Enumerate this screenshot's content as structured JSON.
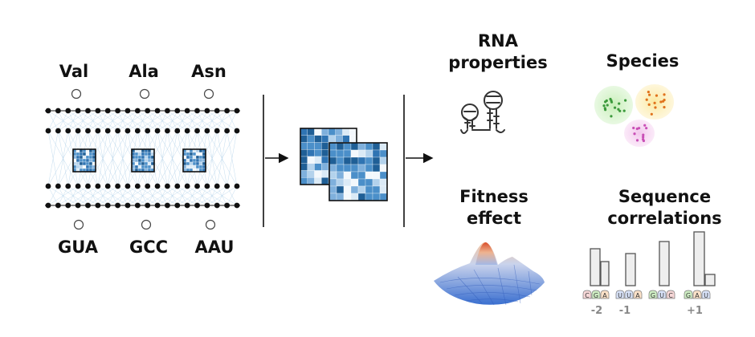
{
  "network": {
    "top_labels": [
      "Val",
      "Ala",
      "Asn"
    ],
    "bottom_labels": [
      "GUA",
      "GCC",
      "AAU"
    ]
  },
  "outputs": {
    "rna_properties": [
      "RNA",
      "properties"
    ],
    "species": "Species",
    "fitness_effect": [
      "Fitness",
      "effect"
    ],
    "sequence_correlations": [
      "Sequence",
      "correlations"
    ]
  },
  "sequence": {
    "nucleotides": [
      "C",
      "G",
      "A",
      "U",
      "U",
      "A",
      "G",
      "U",
      "C",
      "G",
      "A",
      "U"
    ],
    "positions": [
      "-2",
      "-1",
      "+1"
    ]
  },
  "colors": {
    "cluster_green": "#b8e6a8",
    "cluster_yellow": "#fbeaa0",
    "cluster_pink": "#f2c6ec",
    "matrix_dark": "#1f5f96",
    "matrix_mid": "#4b8fc9",
    "matrix_light": "#cfe3f4"
  }
}
